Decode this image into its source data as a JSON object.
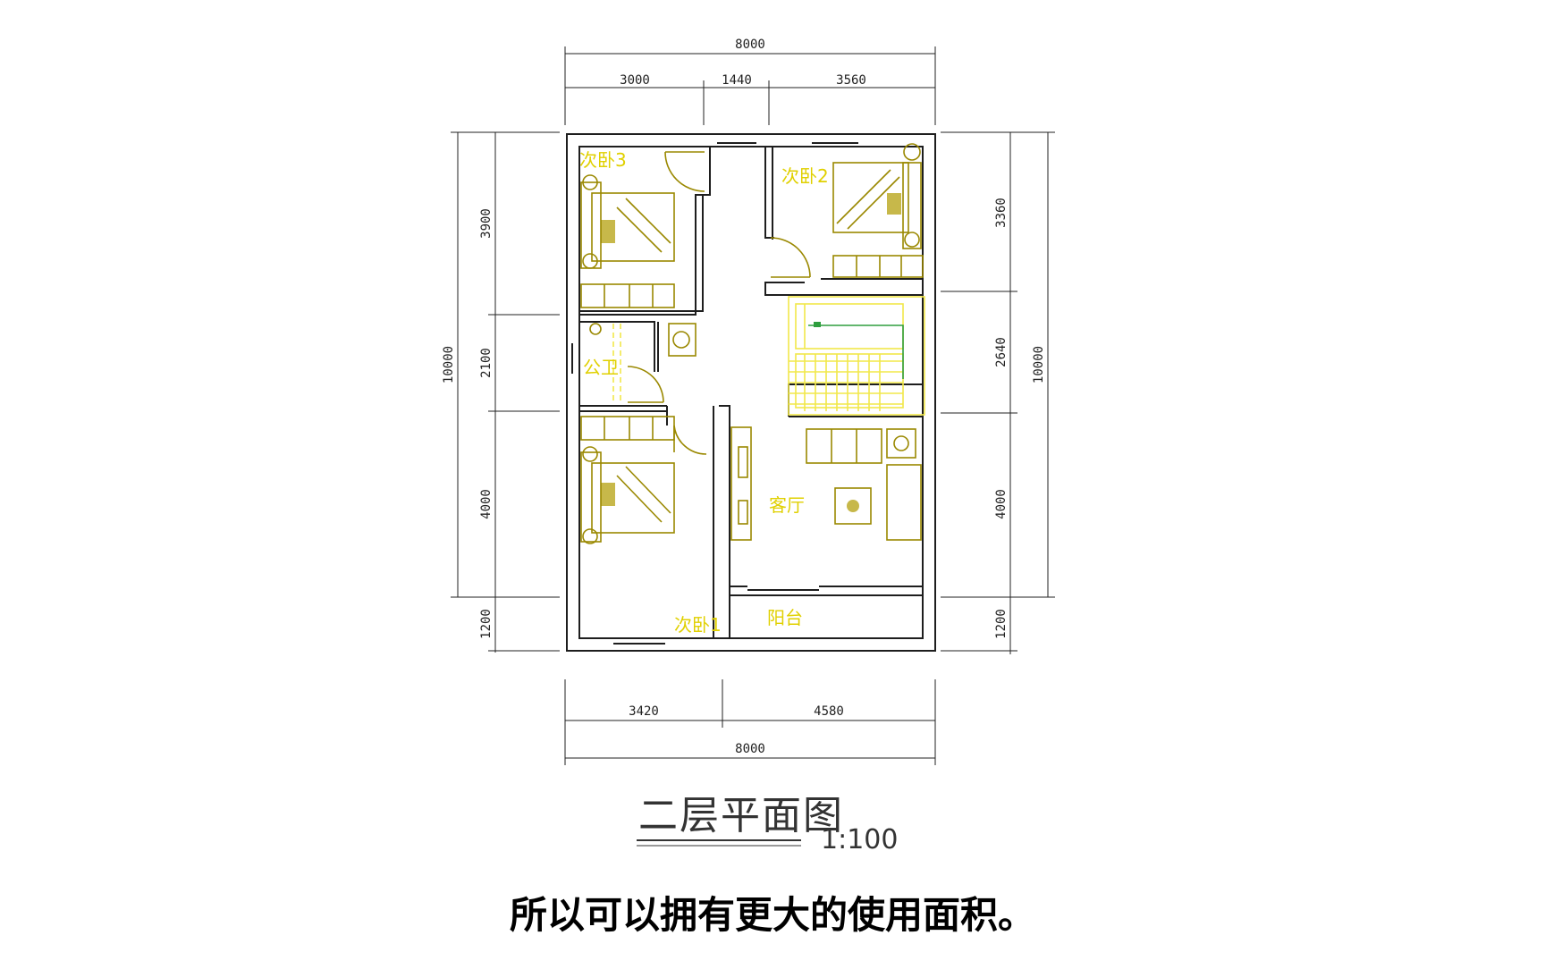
{
  "plan": {
    "title": "二层平面图",
    "scale": "1:100",
    "caption": "所以可以拥有更大的使用面积。",
    "dimensions": {
      "top_total": "8000",
      "top_segments": [
        "3000",
        "1440",
        "3560"
      ],
      "bottom_total": "8000",
      "bottom_segments": [
        "3420",
        "4580"
      ],
      "left_total": "10000",
      "left_segments": [
        "3900",
        "2100",
        "4000",
        "1200"
      ],
      "right_total": "10000",
      "right_segments": [
        "3360",
        "2640",
        "4000",
        "1200"
      ]
    },
    "rooms": {
      "bedroom3": "次卧3",
      "bedroom2": "次卧2",
      "bath": "公卫",
      "living": "客厅",
      "bedroom1": "次卧1",
      "balcony": "阳台"
    }
  },
  "colors": {
    "label": "#e0d000",
    "furniture": "#9a8800",
    "stair": "#f2e84a",
    "wall": "#1e1e1e"
  }
}
